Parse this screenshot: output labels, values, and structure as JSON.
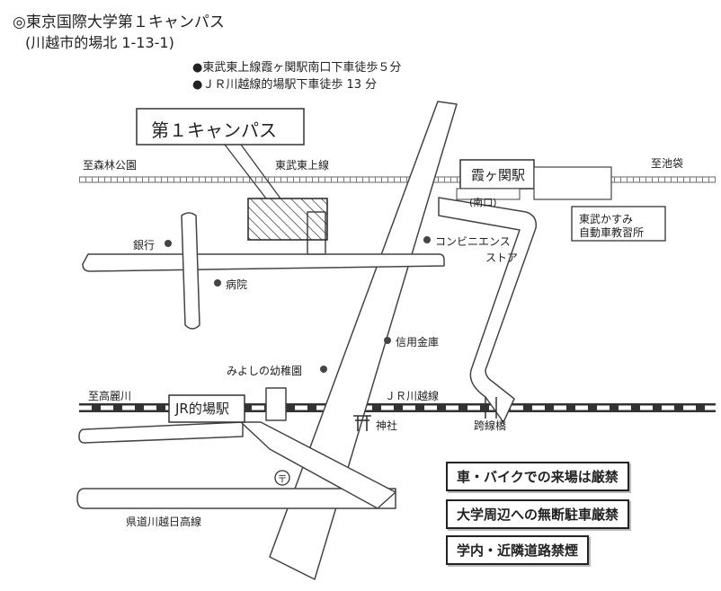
{
  "header": {
    "title": "◎東京国際大学第１キャンパス",
    "address": "(川越市的場北 1-13-1)",
    "access": [
      "●東武東上線霞ヶ関駅南口下車徒歩５分",
      "●ＪＲ川越線的場駅下車徒歩 13 分"
    ]
  },
  "map": {
    "campus_callout": "第１キャンパス",
    "stations": {
      "kasumigaseki": "霞ヶ関駅",
      "kasumigaseki_exit": "(南口)",
      "matoba": "JR的場駅"
    },
    "lines": {
      "tobu": "東武東上線",
      "tobu_west": "至森林公園",
      "tobu_east": "至池袋",
      "jr": "ＪＲ川越線",
      "jr_west": "至高麗川"
    },
    "landmarks": {
      "bank": "銀行",
      "hospital": "病院",
      "convenience_1": "コンビニエンス",
      "convenience_2": "ストア",
      "credit_union": "信用金庫",
      "kindergarten": "みよしの幼稚園",
      "shrine": "神社",
      "overpass": "跨線橋",
      "route": "県道川越日高線",
      "driving_school_1": "東武かすみ",
      "driving_school_2": "自動車教習所"
    }
  },
  "notices": [
    "車・バイクでの来場は厳禁",
    "大学周辺への無断駐車厳禁",
    "学内・近隣道路禁煙"
  ]
}
